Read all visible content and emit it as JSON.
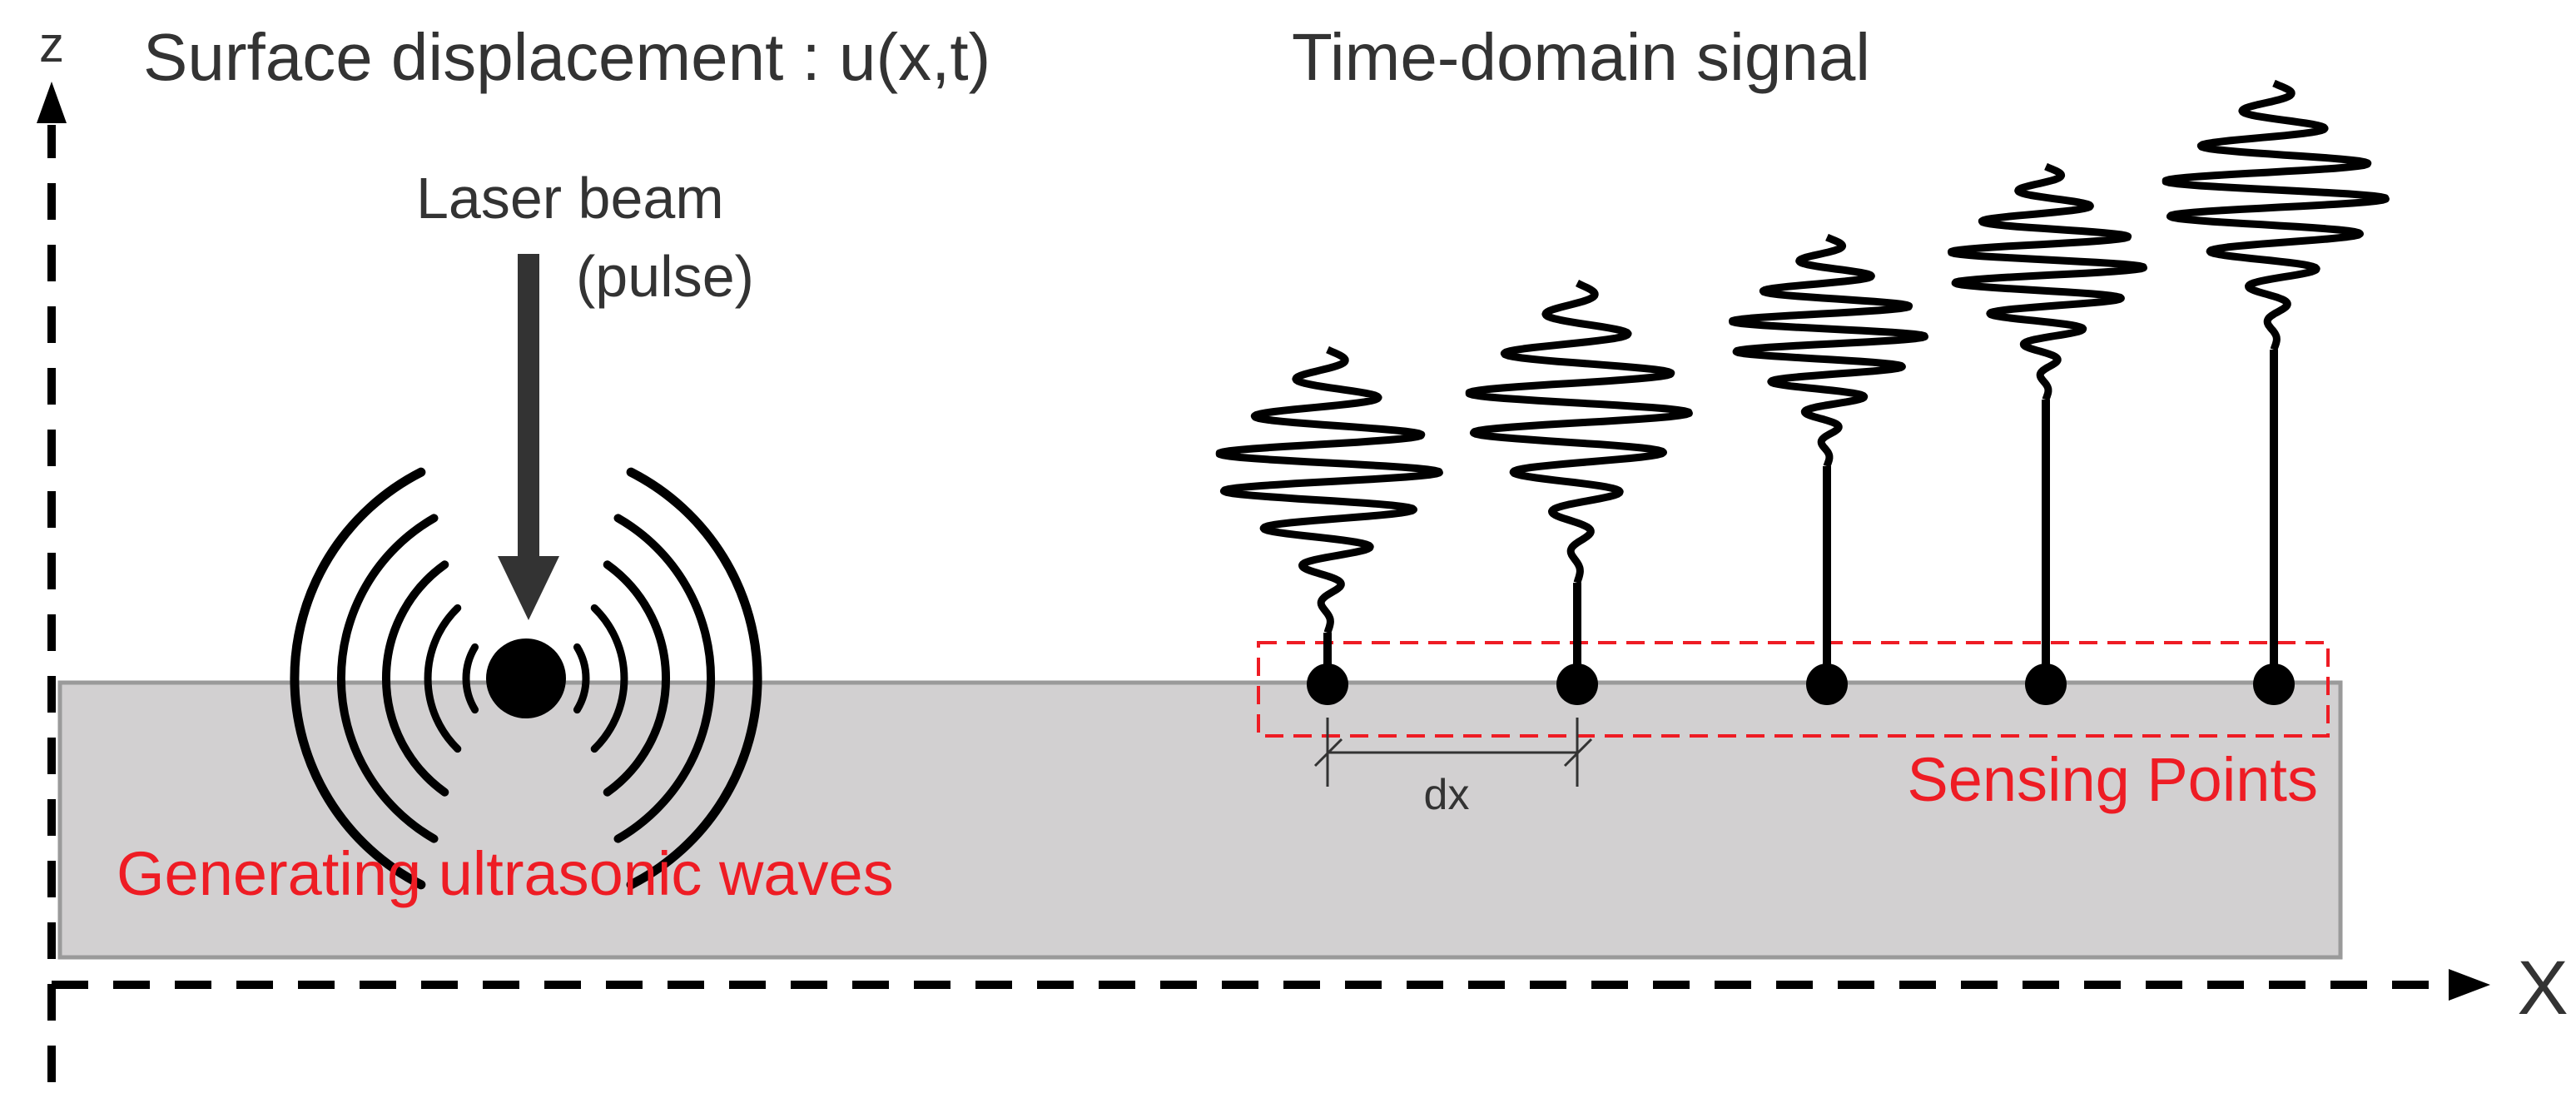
{
  "axes": {
    "z_label": "z",
    "x_label": "X"
  },
  "titles": {
    "surface": "Surface displacement : u(x,t)",
    "time_domain": "Time-domain signal"
  },
  "laser": {
    "line1": "Laser beam",
    "line2": "(pulse)"
  },
  "generating_label": "Generating ultrasonic waves",
  "sensing_label": "Sensing Points",
  "spacing_label": "dx",
  "colors": {
    "specimen_fill": "#d2d0d1",
    "specimen_stroke": "#9a9a9a",
    "highlight_red": "#ee1c24",
    "ink": "#000000",
    "text": "#333333"
  },
  "sensing_point_count": 5
}
